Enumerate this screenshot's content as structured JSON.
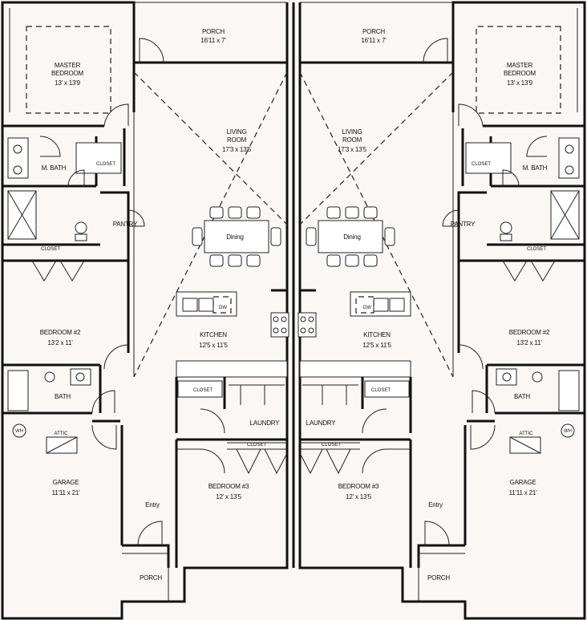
{
  "rooms": {
    "porch_top": {
      "name": "PORCH",
      "dims": "16'11 x 7'"
    },
    "master_bedroom": {
      "name_l1": "MASTER",
      "name_l2": "BEDROOM",
      "dims": "13' x 13'9"
    },
    "living_room": {
      "name_l1": "LIVING",
      "name_l2": "ROOM",
      "dims": "17'3 x 13'5"
    },
    "master_bath": {
      "name": "M. BATH"
    },
    "closet": {
      "name": "CLOSET"
    },
    "pantry": {
      "name": "PANTRY"
    },
    "dining": {
      "name": "Dining"
    },
    "dishwasher": {
      "name": "DW"
    },
    "kitchen": {
      "name": "KITCHEN",
      "dims": "12'5 x 11'5"
    },
    "bedroom2": {
      "name": "BEDROOM #2",
      "dims": "13'2 x 11'"
    },
    "bath": {
      "name": "BATH"
    },
    "water_heater": {
      "name": "WH"
    },
    "attic": {
      "name": "ATTIC"
    },
    "garage": {
      "name": "GARAGE",
      "dims": "11'11 x 21'"
    },
    "laundry": {
      "name": "LAUNDRY"
    },
    "bedroom3": {
      "name": "BEDROOM #3",
      "dims": "12' x 13'5"
    },
    "entry": {
      "name": "Entry"
    },
    "porch_bottom": {
      "name": "PORCH"
    }
  }
}
